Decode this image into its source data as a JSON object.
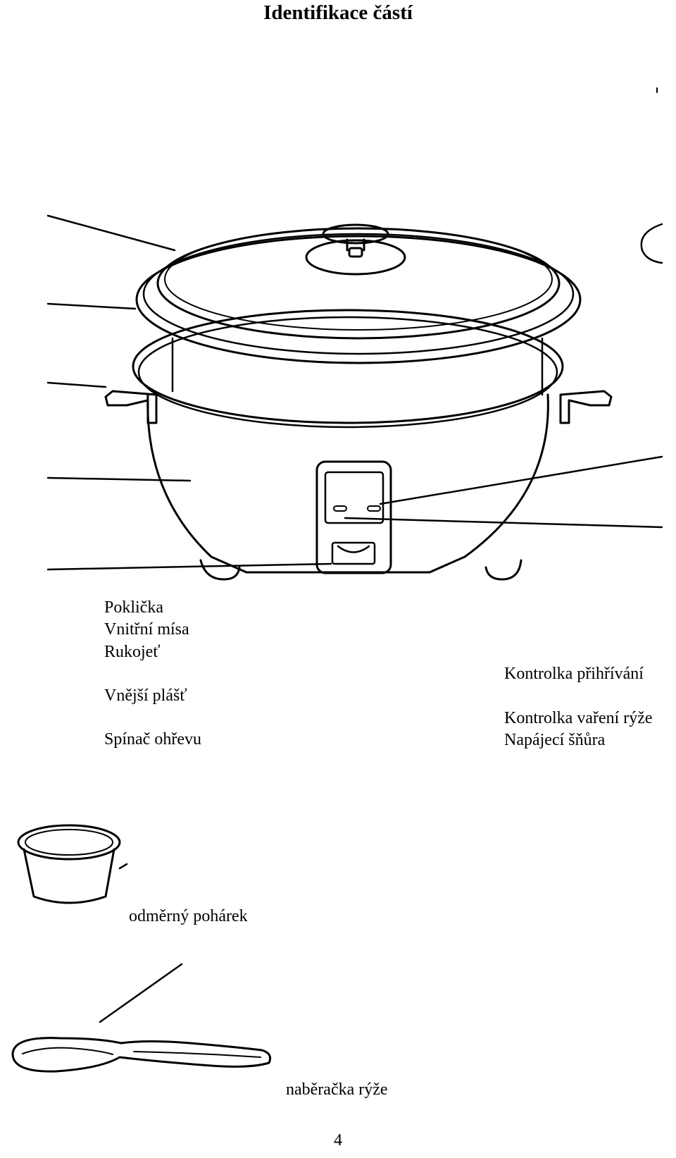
{
  "title": "Identifikace částí",
  "left_labels": {
    "lid": "Poklička",
    "inner_bowl": "Vnitřní mísa",
    "handle": "Rukojeť",
    "outer_shell": "Vnější plášť",
    "heating_switch": "Spínač ohřevu"
  },
  "right_labels": {
    "warming_light": "Kontrolka přihřívání",
    "cooking_light": "Kontrolka vaření rýže",
    "power_cord": "Napájecí šňůra"
  },
  "accessories": {
    "measuring_cup": "odměrný pohárek",
    "rice_ladle": "naběračka rýže"
  },
  "page_number": "4"
}
